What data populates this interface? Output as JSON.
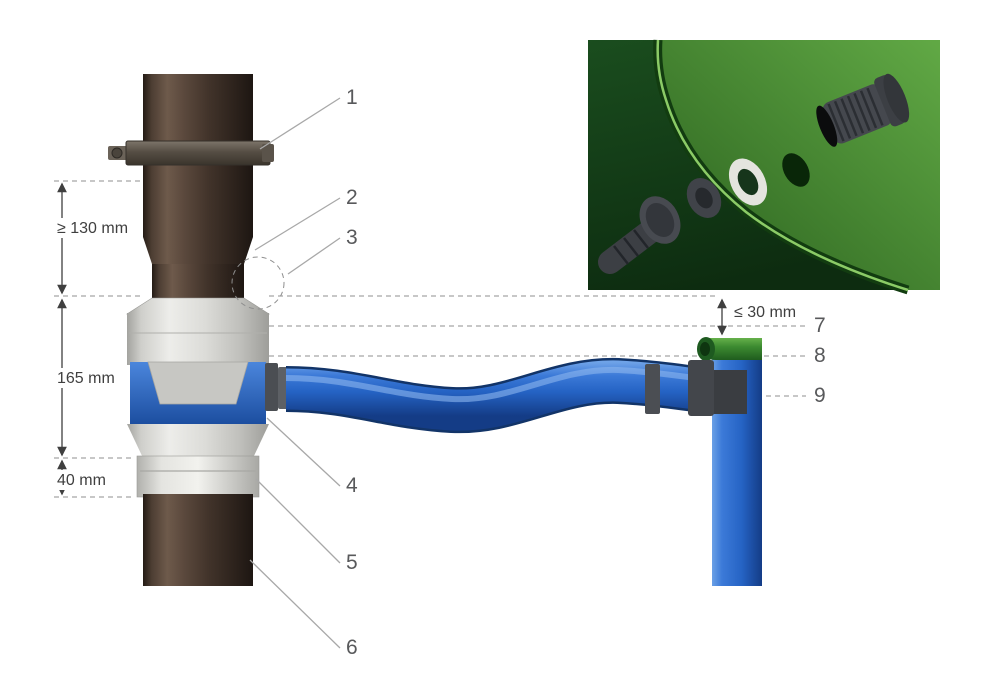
{
  "diagram": {
    "callouts": [
      {
        "label": "1"
      },
      {
        "label": "2"
      },
      {
        "label": "3"
      },
      {
        "label": "4"
      },
      {
        "label": "5"
      },
      {
        "label": "6"
      },
      {
        "label": "7"
      },
      {
        "label": "8"
      },
      {
        "label": "9"
      }
    ],
    "dimensions": {
      "downpipe_clearance": "≥ 130 mm",
      "diverter_height": "165 mm",
      "lower_overlap": "40 mm",
      "tank_rim_offset": "≤ 30 mm"
    },
    "colors": {
      "downpipe_brown": "#43352b",
      "diverter_gray": "#dcdcd8",
      "hose_blue": "#2563c4",
      "tank_blue": "#2e6fd0",
      "tank_rim_green": "#3c8a30",
      "inset_tank_green": "#4c9a38",
      "inset_background": "#123c14",
      "label_gray": "#58595b",
      "dimension_gray": "#3f3f3f"
    }
  }
}
